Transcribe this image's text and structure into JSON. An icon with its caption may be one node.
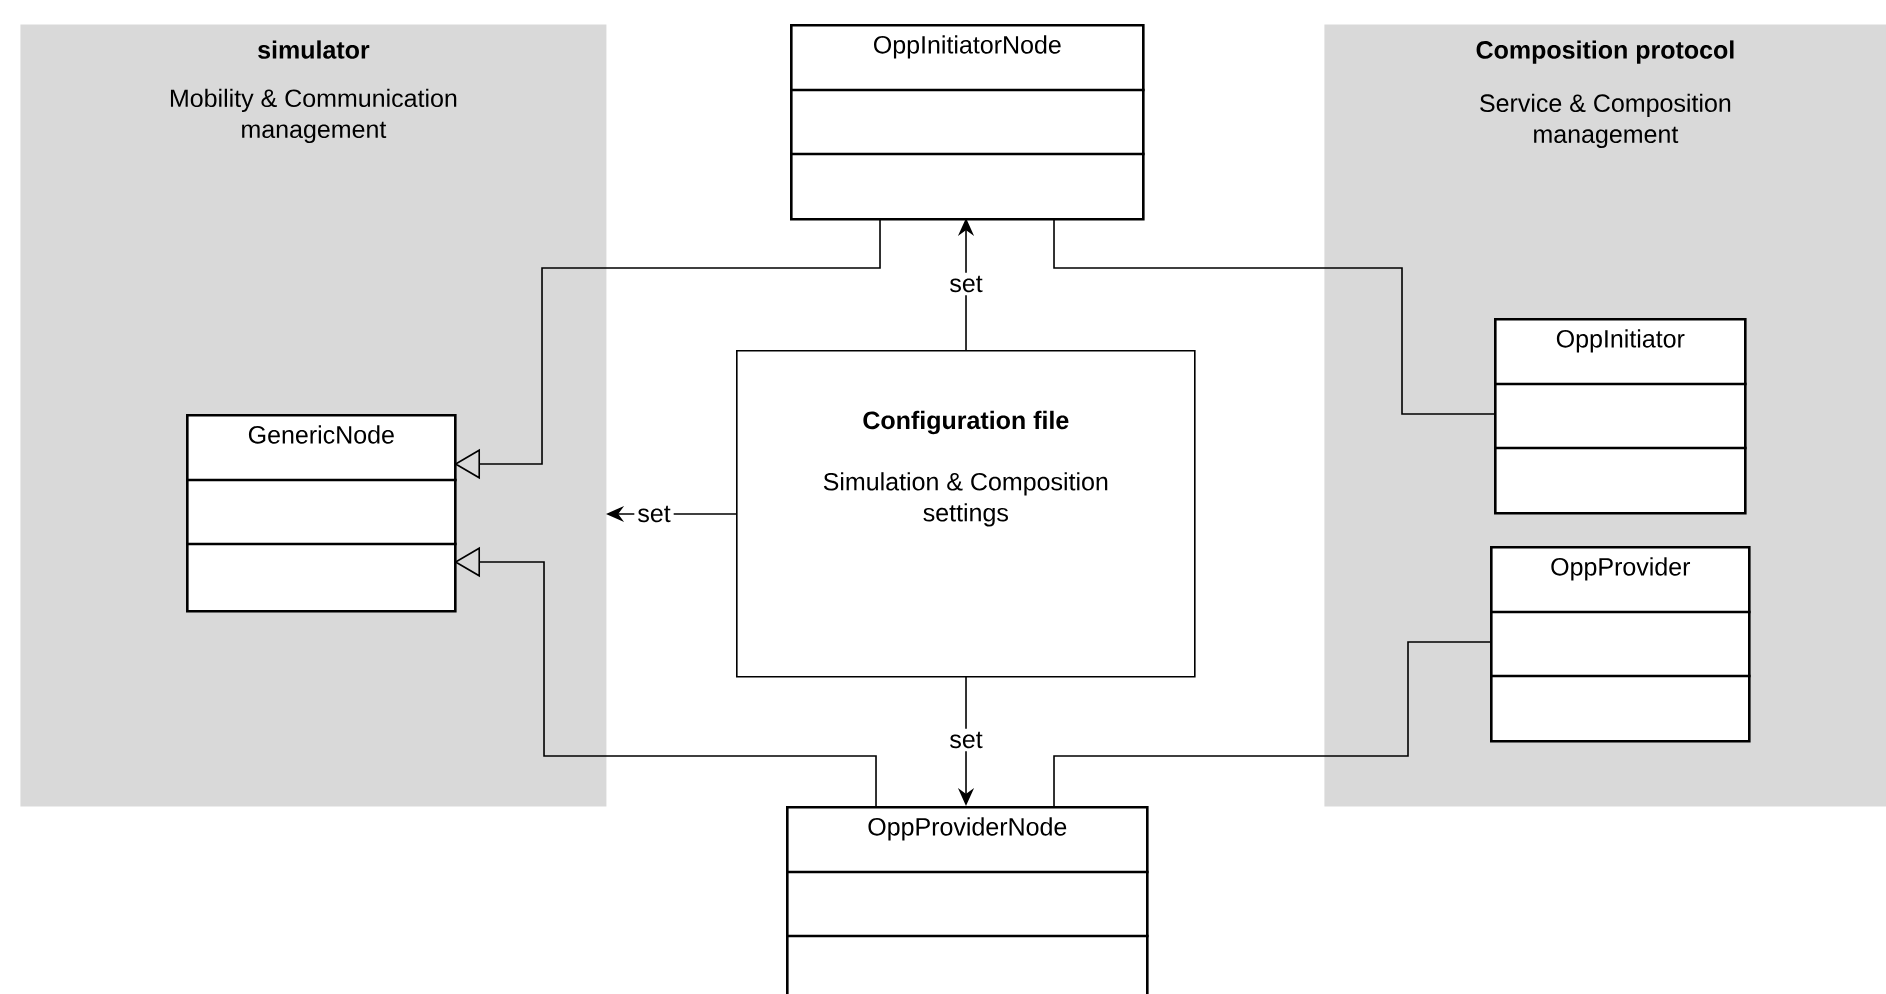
{
  "diagram": {
    "nodes": [
      {
        "text": [
          "simulator",
          "Mobility  & Communication management"
        ]
      },
      {
        "text": [
          "GenericNode"
        ],
        "in": 0
      },
      {
        "text": [
          "Composition protocol",
          "Service & Composition management"
        ]
      },
      {
        "text": [
          "OppInitiator"
        ],
        "in": 2
      },
      {
        "text": [
          "OppProvider"
        ],
        "in": 2
      },
      {
        "text": [
          "OppInitiatorNode"
        ]
      },
      {
        "text": [
          "Configuration file",
          "Simulation & Composition settings"
        ]
      },
      {
        "text": [
          "OppProviderNode"
        ]
      }
    ],
    "edges": [
      {
        "from": 5,
        "to": 1,
        "arrow": "to"
      },
      {
        "from": 7,
        "to": 1,
        "arrow": "to"
      },
      {
        "from": 5,
        "to": 3,
        "arrow": "none"
      },
      {
        "from": 7,
        "to": 4,
        "arrow": "none"
      },
      {
        "from": 6,
        "to": 5,
        "arrow": "to",
        "label": "set"
      },
      {
        "from": 6,
        "to": 7,
        "arrow": "to",
        "label": "set"
      },
      {
        "from": 6,
        "to": 0,
        "arrow": "to",
        "label": "set"
      }
    ]
  }
}
